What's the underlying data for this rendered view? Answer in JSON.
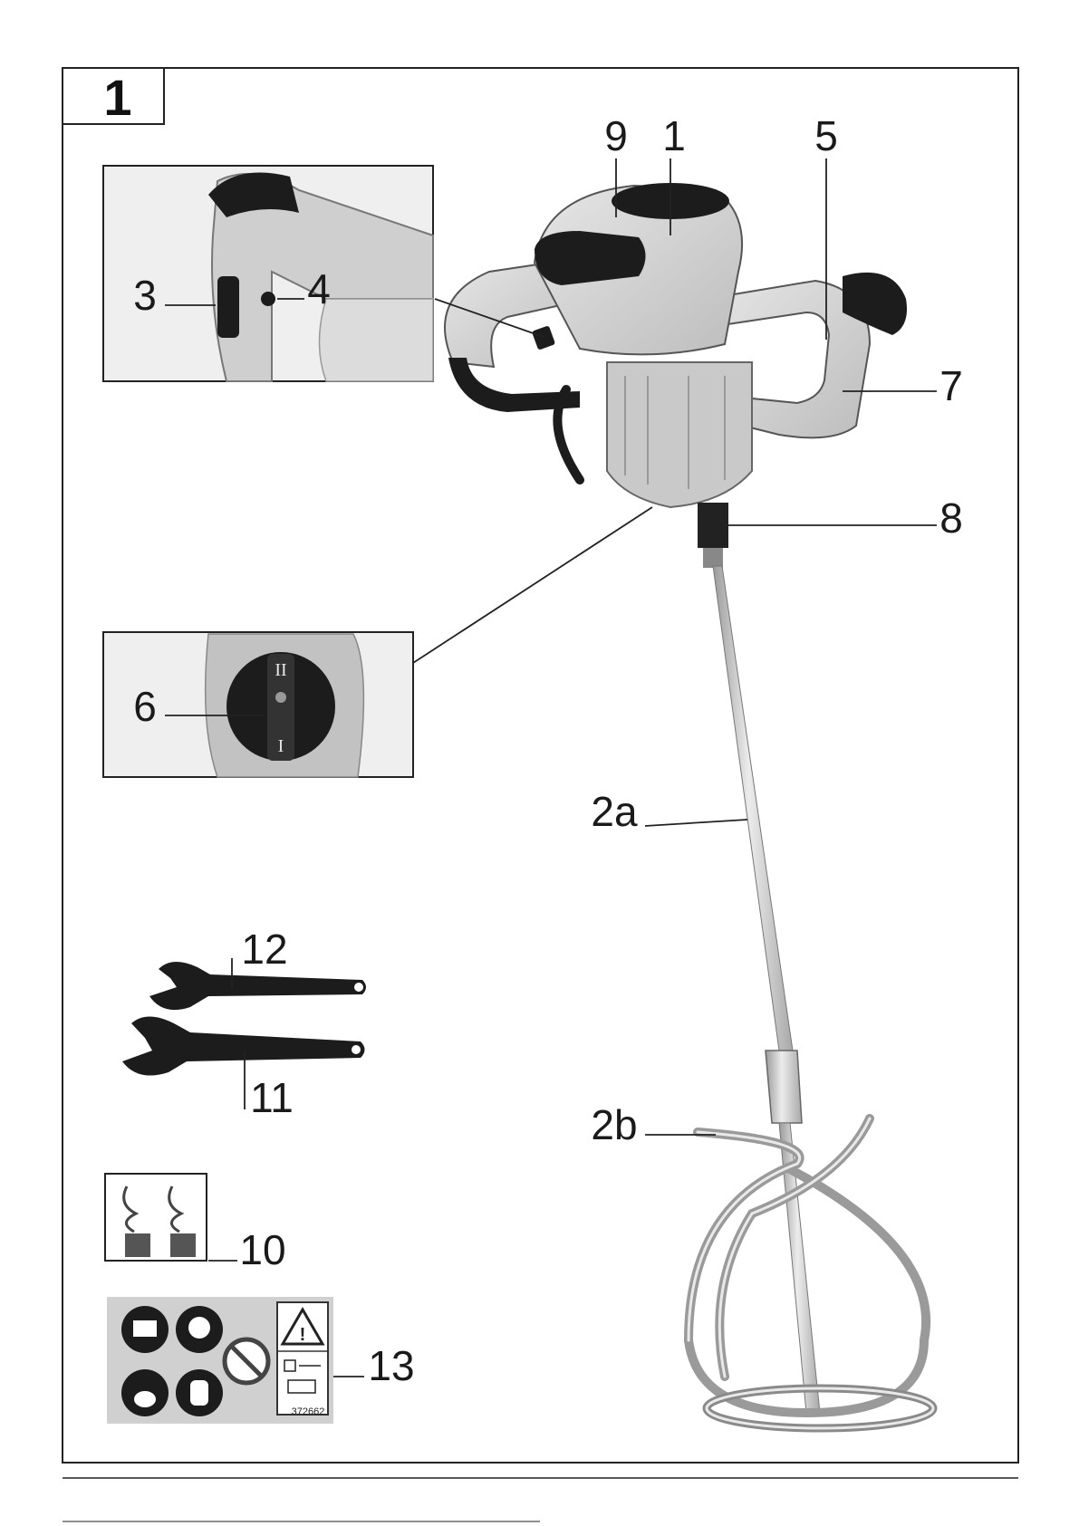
{
  "figure": {
    "number": "1"
  },
  "labels": {
    "l1": "1",
    "l2a": "2a",
    "l2b": "2b",
    "l3": "3",
    "l4": "4",
    "l5": "5",
    "l6": "6",
    "l7": "7",
    "l8": "8",
    "l9": "9",
    "l10": "10",
    "l11": "11",
    "l12": "12",
    "l13": "13"
  },
  "switch": {
    "pos_top": "II",
    "pos_bottom": "I"
  },
  "warning_sticker": {
    "code": "372662"
  },
  "colors": {
    "housing": "#d4d4d4",
    "grip": "#1c1c1c",
    "metal": "#bdbdbd",
    "outline": "#1a1a1a",
    "sticker_bg": "#d0d0d0"
  }
}
